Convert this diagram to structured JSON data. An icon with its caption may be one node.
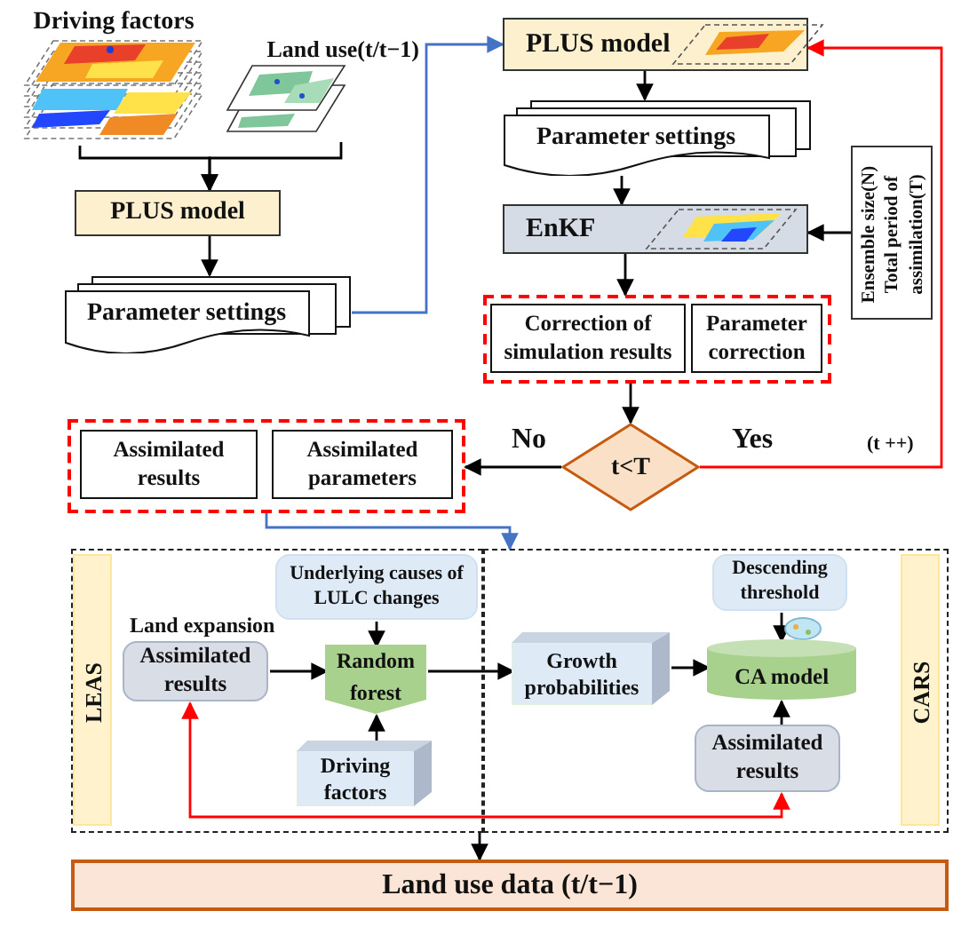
{
  "diagram": {
    "nodes": [
      {
        "text": [
          "Driving factors"
        ]
      },
      {
        "text": [
          "Land use(t/t−1)"
        ]
      },
      {
        "text": [
          "PLUS model"
        ]
      },
      {
        "text": [
          "Parameter settings"
        ]
      },
      {
        "text": [
          "PLUS model"
        ]
      },
      {
        "text": [
          "Parameter settings"
        ]
      },
      {
        "text": [
          "EnKF"
        ]
      },
      {
        "text": [
          "Ensemble size(N) Total period of assimilation(T)"
        ]
      },
      {
        "text": [],
        "shape": "box"
      },
      {
        "text": [
          "Correction of simulation results"
        ],
        "in": 8
      },
      {
        "text": [
          "Parameter correction"
        ],
        "in": 8
      },
      {
        "text": [
          "t<T"
        ]
      },
      {
        "text": [],
        "shape": "box"
      },
      {
        "text": [
          "Assimilated results"
        ],
        "in": 12
      },
      {
        "text": [
          "Assimilated parameters"
        ],
        "in": 12
      },
      {
        "text": [],
        "shape": "box"
      },
      {
        "text": [
          "LEAS"
        ],
        "in": 15
      },
      {
        "text": [
          "Assimilated results"
        ],
        "in": 15
      },
      {
        "text": [
          "Underlying causes of LULC changes"
        ],
        "in": 15
      },
      {
        "text": [
          "Random forest"
        ],
        "in": 15
      },
      {
        "text": [
          "Driving factors"
        ],
        "in": 15
      },
      {
        "text": [],
        "shape": "box"
      },
      {
        "text": [
          "Growth probabilities"
        ],
        "in": 21
      },
      {
        "text": [
          "Descending threshold"
        ],
        "in": 21
      },
      {
        "text": [
          "CA model"
        ],
        "in": 21
      },
      {
        "text": [
          "Assimilated results"
        ],
        "in": 21
      },
      {
        "text": [
          "CARS"
        ],
        "in": 21
      },
      {
        "text": [
          "Land use data (t/t−1)"
        ]
      }
    ],
    "edges": [
      {
        "from": 0,
        "to": 2,
        "arrow": "to"
      },
      {
        "from": 1,
        "to": 2,
        "arrow": "to"
      },
      {
        "from": 2,
        "to": 3,
        "arrow": "to"
      },
      {
        "from": 3,
        "to": 4,
        "arrow": "to",
        "color": "#4472c4"
      },
      {
        "from": 4,
        "to": 5,
        "arrow": "to"
      },
      {
        "from": 5,
        "to": 6,
        "arrow": "to"
      },
      {
        "from": 7,
        "to": 6,
        "arrow": "to"
      },
      {
        "from": 6,
        "to": 8,
        "arrow": "to"
      },
      {
        "from": 8,
        "to": 11,
        "arrow": "to"
      },
      {
        "from": 11,
        "to": 12,
        "arrow": "to",
        "label": "No"
      },
      {
        "from": 11,
        "to": 4,
        "arrow": "to",
        "label": "Yes",
        "color": "#ff0000"
      },
      {
        "from": 12,
        "to": 21,
        "arrow": "to",
        "color": "#4472c4"
      },
      {
        "from": 17,
        "to": 19,
        "arrow": "to"
      },
      {
        "from": 18,
        "to": 19,
        "arrow": "to"
      },
      {
        "from": 20,
        "to": 19,
        "arrow": "to"
      },
      {
        "from": 19,
        "to": 22,
        "arrow": "to"
      },
      {
        "from": 22,
        "to": 24,
        "arrow": "to"
      },
      {
        "from": 23,
        "to": 24,
        "arrow": "to"
      },
      {
        "from": 25,
        "to": 24,
        "arrow": "to"
      },
      {
        "from": 17,
        "to": 25,
        "arrow": "both",
        "color": "#ff0000"
      },
      {
        "from": 15,
        "to": 27,
        "arrow": "to"
      }
    ],
    "labels": [
      "(t ++)",
      "Land expansion"
    ]
  }
}
